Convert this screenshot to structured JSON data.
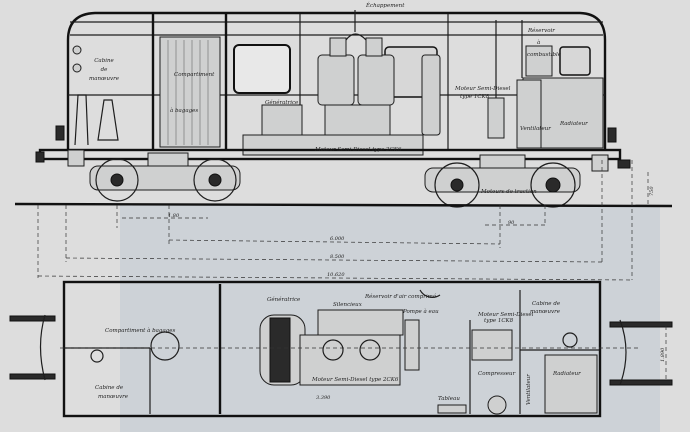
{
  "colors": {
    "paper": "#dddddd",
    "tint": "#cdd2d7",
    "ink": "#1e1e1e"
  },
  "elevation": {
    "exhaust": "Échappement",
    "cab_left": [
      "Cabine",
      "de",
      "manœuvre"
    ],
    "compartment": "Compartiment",
    "baggage": "à bagages",
    "generator": "Génératrice",
    "main_engine": "Moteur Semi-Diesel type 2CK6",
    "fuel_tank": [
      "Réservoir",
      "à",
      "combustible"
    ],
    "aux_engine": [
      "Moteur Semi-Diesel",
      "type 1CK8"
    ],
    "radiator": "Radiateur",
    "fan": "Ventilateur",
    "traction_motors": "Moteurs de traction",
    "dimensions": {
      "axle_gap": "1.80",
      "bogie_centres": "6.000",
      "body": "8.500",
      "overall": "10.620",
      "overhang": "90",
      "height": "750"
    }
  },
  "plan": {
    "baggage": "Compartiment à bagages",
    "cab_left": [
      "Cabine de",
      "manœuvre"
    ],
    "generator": "Génératrice",
    "silencer": "Silencieux",
    "air_tank": "Réservoir d'air comprimé",
    "water_pump": "Pompe à eau",
    "main_engine": "Moteur Semi-Diesel type 2CK6",
    "engine_dim": "3.390",
    "board": "Tableau",
    "aux_engine": [
      "Moteur Semi-Diesel",
      "type 1CK8"
    ],
    "cab_right": [
      "Cabine de",
      "manœuvre"
    ],
    "compressor": "Compresseur",
    "radiator": "Radiateur",
    "fan": "Ventilateur",
    "gauge": "1.890"
  }
}
